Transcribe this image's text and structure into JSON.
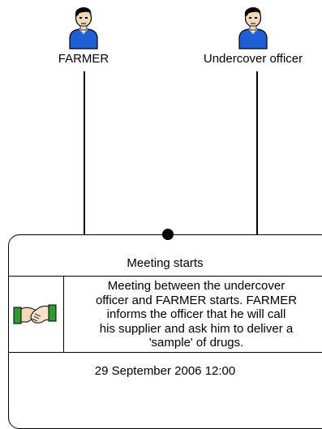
{
  "actors": [
    {
      "name": "FARMER",
      "icon": "person-icon"
    },
    {
      "name": "Undercover officer",
      "icon": "person-icon"
    }
  ],
  "event": {
    "title": "Meeting starts",
    "icon": "handshake-icon",
    "description_lines": [
      "Meeting between the undercover",
      "officer and FARMER starts. FARMER",
      "informs the officer that he will call",
      "his supplier and ask him to deliver a",
      "'sample' of drugs."
    ],
    "datetime": "29 September 2006 12:00"
  },
  "colors": {
    "shirt": "#1f5fd6",
    "hair": "#000000",
    "skin": "#f2d7b8",
    "handshake_left_cuff": "#2e9a2e",
    "handshake_right_cuff": "#2e9a2e",
    "line": "#000000"
  }
}
